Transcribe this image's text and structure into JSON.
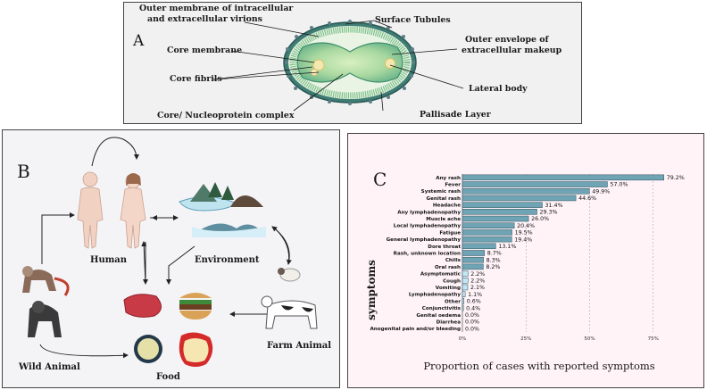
{
  "panel_a": {
    "letter": "A",
    "labels": {
      "outer_membrane_1": "Outer membrane of intracellular",
      "outer_membrane_2": "and extracellular virions",
      "surface_tubules": "Surface Tubules",
      "core_membrane": "Core membrane",
      "outer_envelope_1": "Outer envelope of",
      "outer_envelope_2": "extracellular makeup",
      "core_fibrils": "Core fibrils",
      "lateral_body": "Lateral body",
      "core_complex": "Core/ Nucleoprotein complex",
      "pallisade": "Pallisade Layer"
    }
  },
  "panel_b": {
    "letter": "B",
    "labels": {
      "human": "Human",
      "environment": "Environment",
      "wild_animal": "Wild Animal",
      "farm_animal": "Farm Animal",
      "food": "Food"
    }
  },
  "panel_c": {
    "letter": "C",
    "chart_data": {
      "type": "bar",
      "orientation": "horizontal",
      "categories": [
        "Any rash",
        "Fever",
        "Systemic rash",
        "Genital rash",
        "Headache",
        "Any lymphadenopathy",
        "Muscle ache",
        "Local lymphadenopathy",
        "Fatigue",
        "General lymphadenopathy",
        "Dore throat",
        "Rash, unknown location",
        "Chills",
        "Oral rash",
        "Asymptomatic",
        "Cough",
        "Vomiting",
        "Lymphadenopathy",
        "Other",
        "Conjunctivitis",
        "Genital oedema",
        "Diarrhea",
        "Anogenital pain and/or bleeding"
      ],
      "values": [
        79.2,
        57.0,
        49.9,
        44.6,
        31.4,
        29.3,
        26.0,
        20.4,
        19.5,
        19.4,
        13.1,
        8.7,
        8.3,
        8.2,
        2.2,
        2.2,
        2.1,
        1.1,
        0.6,
        0.4,
        0.0,
        0.0,
        0.0
      ],
      "value_labels": [
        "79.2%",
        "57.0%",
        "49.9%",
        "44.6%",
        "31.4%",
        "29.3%",
        "26.0%",
        "20.4%",
        "19.5%",
        "19.4%",
        "13.1%",
        "8.7%",
        "8.3%",
        "8.2%",
        "2.2%",
        "2.2%",
        "2.1%",
        "1.1%",
        "0.6%",
        "0.4%",
        "0.0%",
        "0.0%",
        "0.0%"
      ],
      "highlight_count": 14,
      "xlim": [
        0,
        80
      ],
      "xticks": [
        0,
        25,
        50,
        75
      ],
      "xtick_labels": [
        "0%",
        "25%",
        "50%",
        "75%"
      ],
      "xlabel": "Proportion of cases with reported symptoms",
      "ylabel": "symptoms",
      "grid": "vertical-dashed",
      "colors": {
        "highlight": "#6fa4b4",
        "normal": "#bfe7f5",
        "edge": "#2d4f5c"
      }
    }
  }
}
